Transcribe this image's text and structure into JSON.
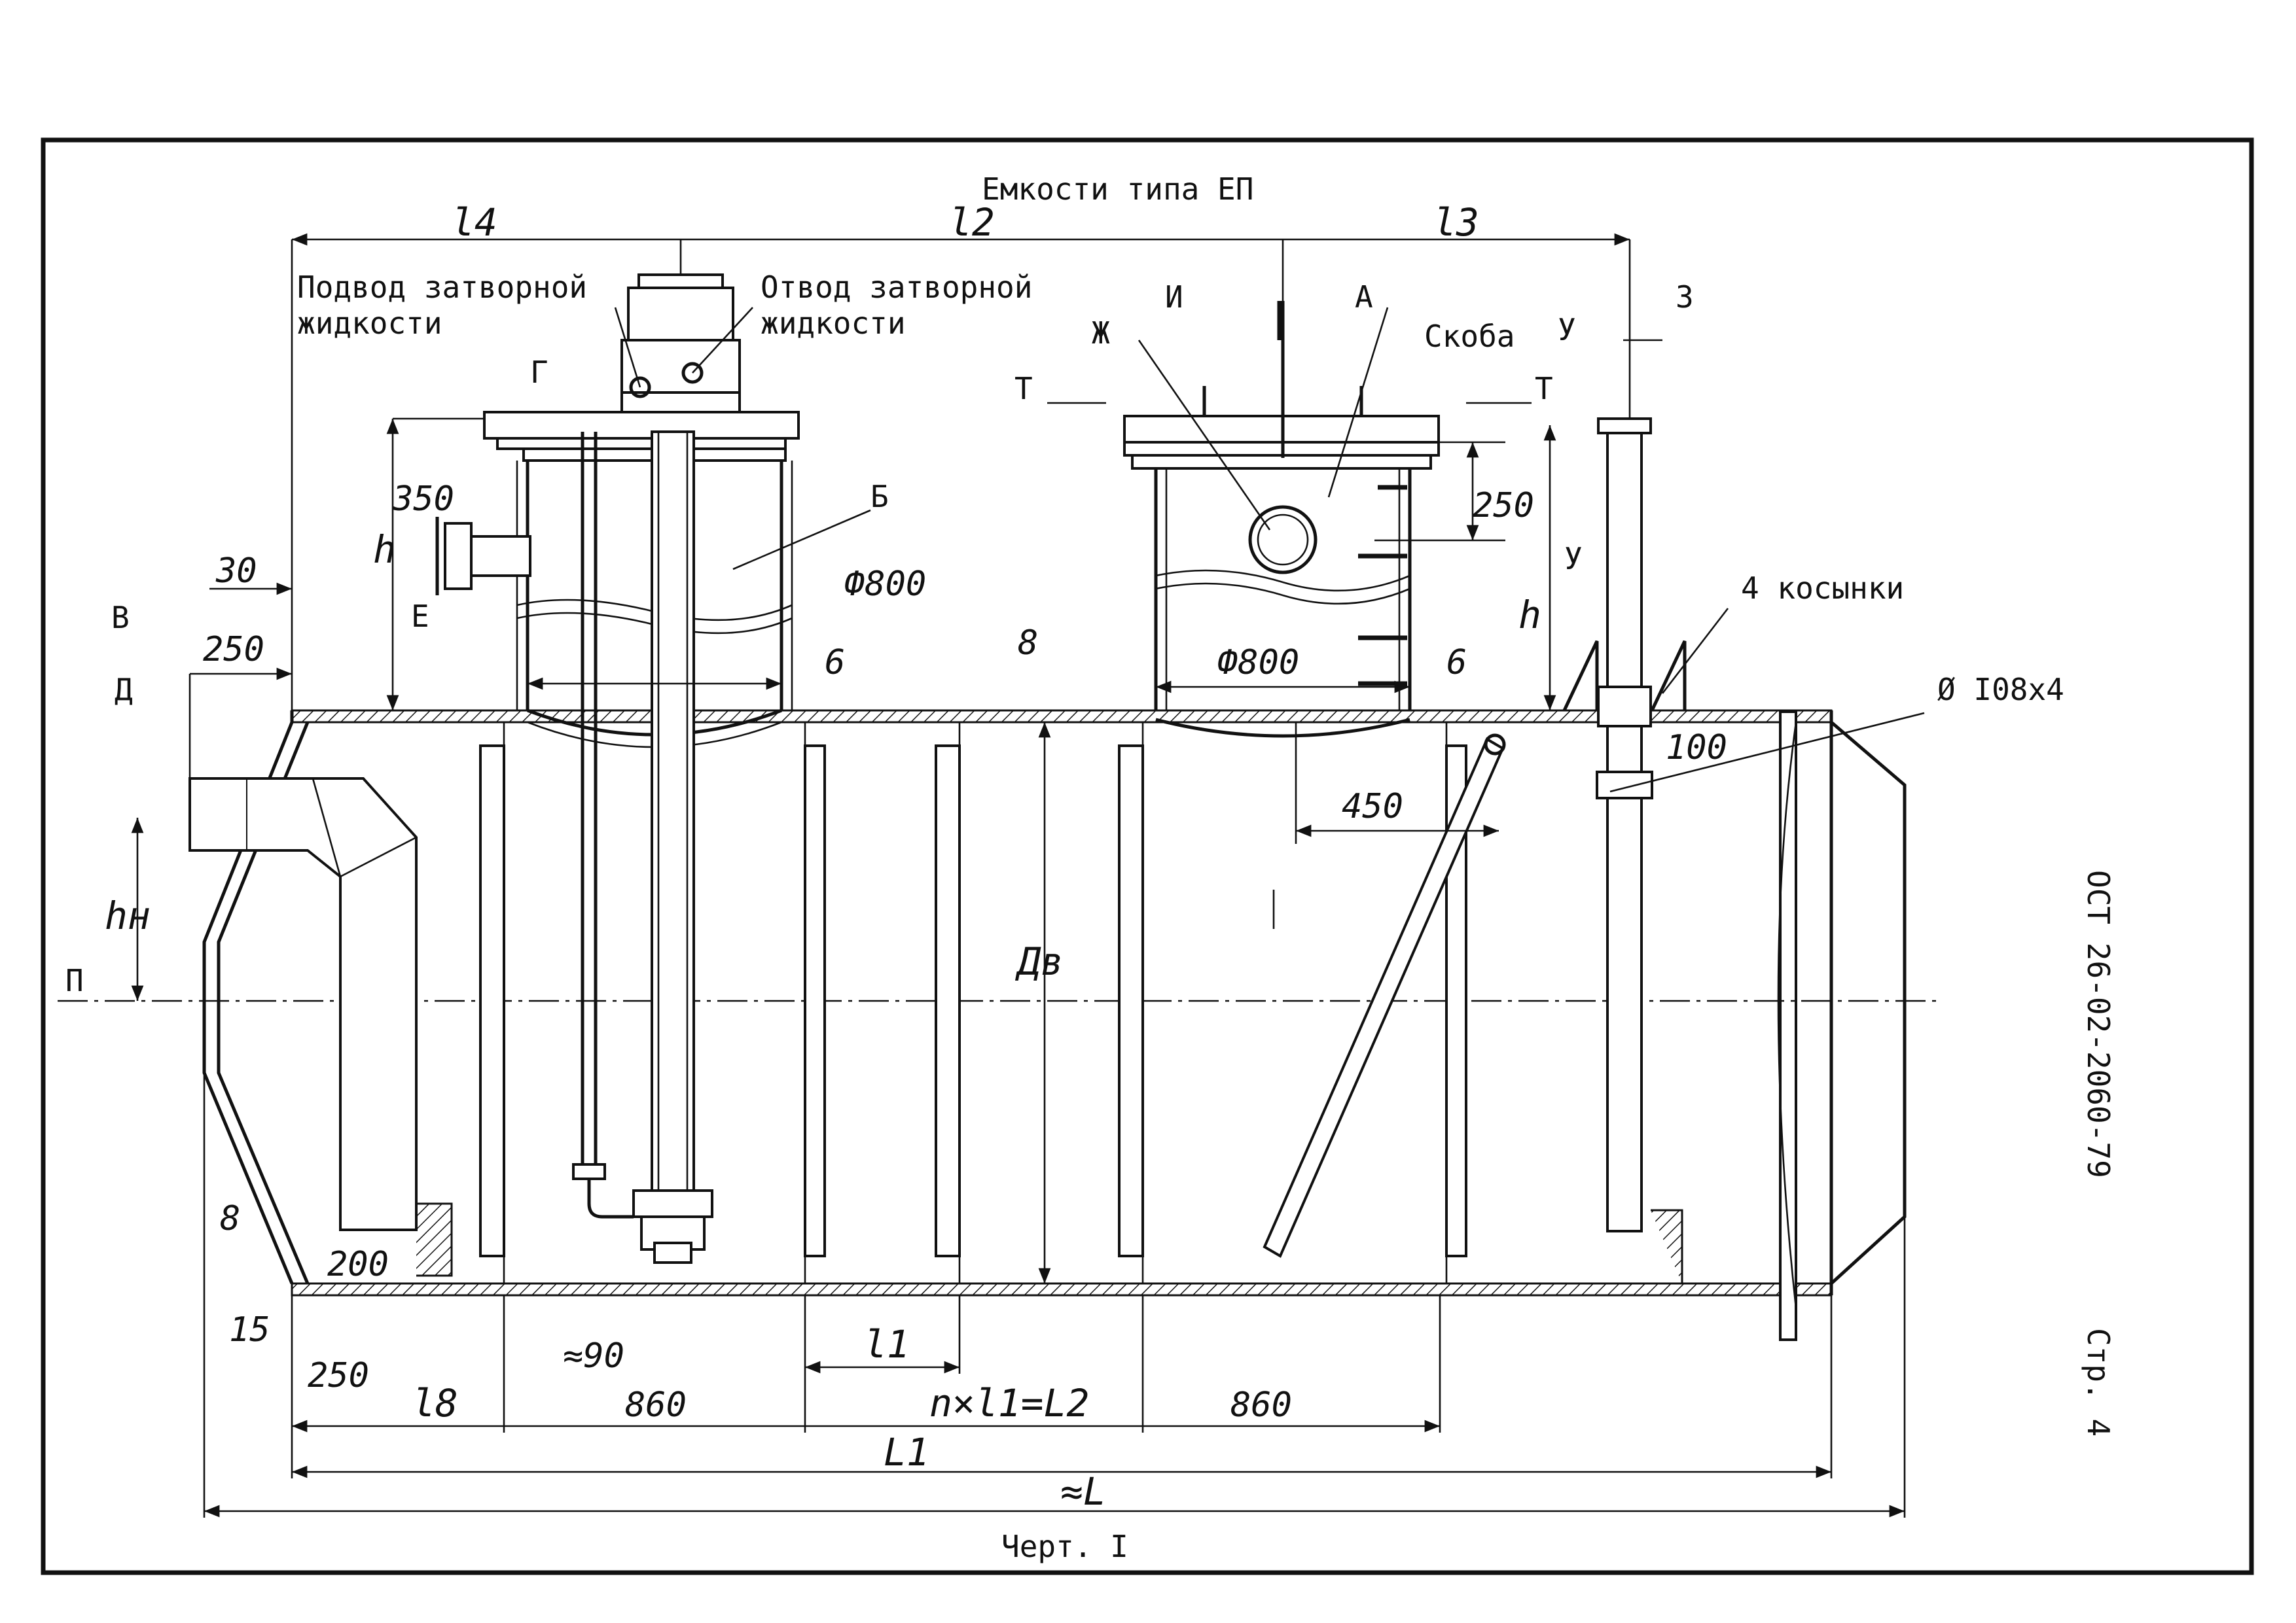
{
  "drawing": {
    "title": "Емкости типа ЕП",
    "caption": "Черт. I",
    "standard": "ОСТ 26-02-2060-79",
    "page": "Стр. 4"
  },
  "callouts": {
    "seal_supply": [
      "Подвод затворной",
      "жидкости"
    ],
    "seal_drain": [
      "Отвод затворной",
      "жидкости"
    ],
    "bracket": "Скоба",
    "gussets": "4 косынки",
    "pipe": "Ø I08x4"
  },
  "letters": {
    "A": "А",
    "B": "Б",
    "V": "В",
    "G": "Г",
    "D": "Д",
    "E": "Е",
    "Zh": "Ж",
    "Z": "З",
    "I": "И",
    "T1": "Т",
    "T2": "Т",
    "U1": "У",
    "U2": "У",
    "P": "П"
  },
  "dimensions": {
    "l4": "l4",
    "l2": "l2",
    "l3": "l3",
    "h_left": "h",
    "h_right": "h",
    "hn": "hн",
    "dv": "Дв",
    "d350": "350",
    "d250_top": "250",
    "d30": "30",
    "d250_left": "250",
    "phi800_left": "Ф800",
    "phi800_right": "Ф800",
    "six_left": "6",
    "six_right": "6",
    "eight_shell": "8",
    "eight_cone": "8",
    "d450": "450",
    "d100": "100",
    "d200": "200",
    "d15": "15",
    "d250_bottom": "250",
    "approx90": "≈90",
    "l8": "l8",
    "d860_left": "860",
    "l1": "l1",
    "n_l1_L2": "n×l1=L2",
    "d860_right": "860",
    "L1": "L1",
    "approxL": "≈L"
  }
}
